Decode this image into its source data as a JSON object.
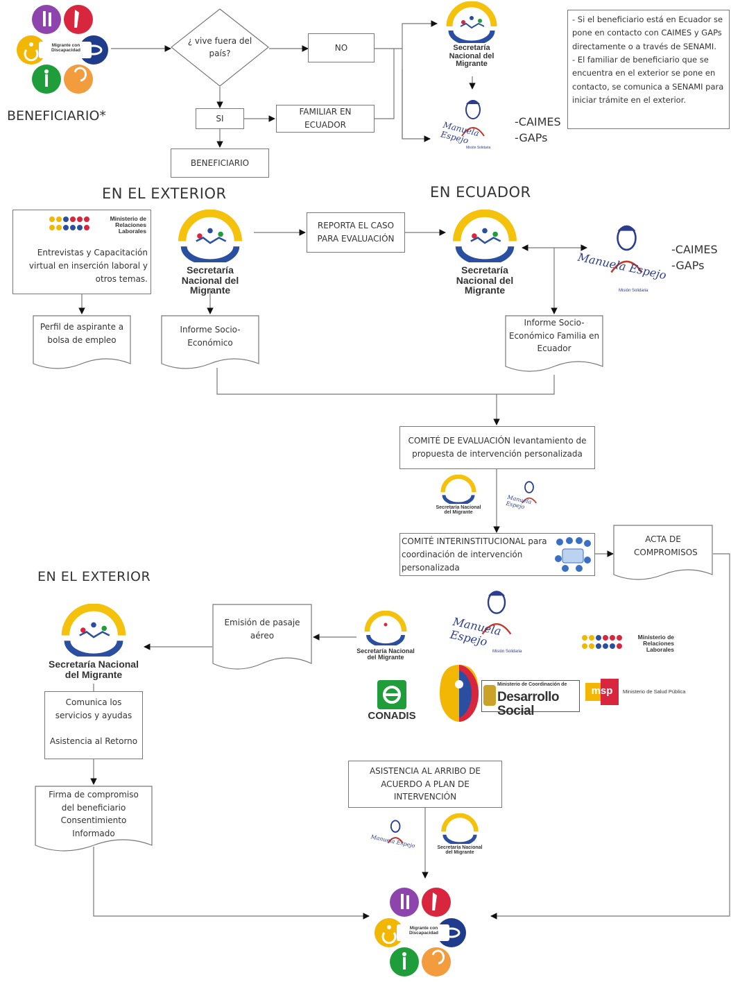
{
  "beneficiary_label": "BENEFICIARIO*",
  "disability_badge_text": "Migrante con Discapacidad",
  "decision": "¿ vive fuera del país?",
  "no_label": "NO",
  "si_label": "SI",
  "familiar_box": "FAMILIAR EN ECUADOR",
  "beneficiario_box": "BENEFICIARIO",
  "senami_name": "Secretaría Nacional del Migrante",
  "manuela_name": "Manuela Espejo",
  "manuela_sub": "Misión Solidaria",
  "caimes_gaps": "-CAIMES\n-GAPs",
  "note": "- Si el beneficiario está en Ecuador se pone en contacto con CAIMES y GAPs directamente o a través de SENAMI.\n- El familiar de beneficiario que se encuentra en el exterior se pone en contacto, se comunica a SENAMI para iniciar trámite en el exterior.",
  "heading_exterior": "EN EL EXTERIOR",
  "heading_ecuador": "EN ECUADOR",
  "mrl_name": "Ministerio de Relaciones Laborales",
  "entrevistas_box": "Entrevistas y Capacitación virtual en inserción laboral y otros temas.",
  "reporta_box": "REPORTA EL CASO PARA EVALUACIÓN",
  "doc_perfil": "Perfil de aspirante a bolsa de empleo",
  "doc_informe": "Informe Socio-Económico",
  "doc_informe_familia": "Informe Socio-Económico Familia en Ecuador",
  "comite_eval": "COMITÉ DE EVALUACIÓN levantamiento de propuesta de intervención personalizada",
  "comite_inter": "COMITÉ INTERINSTITUCIONAL para coordinación de intervención personalizada",
  "acta": "ACTA DE COMPROMISOS",
  "heading_exterior_2": "EN EL EXTERIOR",
  "doc_pasaje": "Emisión de pasaje aéreo",
  "comunica_box": "Comunica los servicios y ayudas\n\nAsistencia al Retorno",
  "doc_firma": "Firma de compromiso del beneficiario Consentimiento Informado",
  "asistencia_box": "ASISTENCIA AL ARRIBO DE ACUERDO A PLAN DE INTERVENCIÓN",
  "conadis": "CONADIS",
  "mcds_top": "Ministerio de Coordinación de",
  "mcds_main": "Desarrollo Social",
  "msp_abbr": "msp",
  "msp_name": "Ministerio de Salud Pública",
  "colors": {
    "purple": "#8e44ad",
    "red": "#d7263d",
    "yellow": "#f2b705",
    "navy": "#1f3b8c",
    "green": "#1f9d3a",
    "orange": "#f39c3d",
    "senami_yellow": "#f4c20d",
    "senami_blue": "#2a4fa0",
    "manuela_blue": "#2b3d8f",
    "manuela_red": "#c0392b"
  }
}
